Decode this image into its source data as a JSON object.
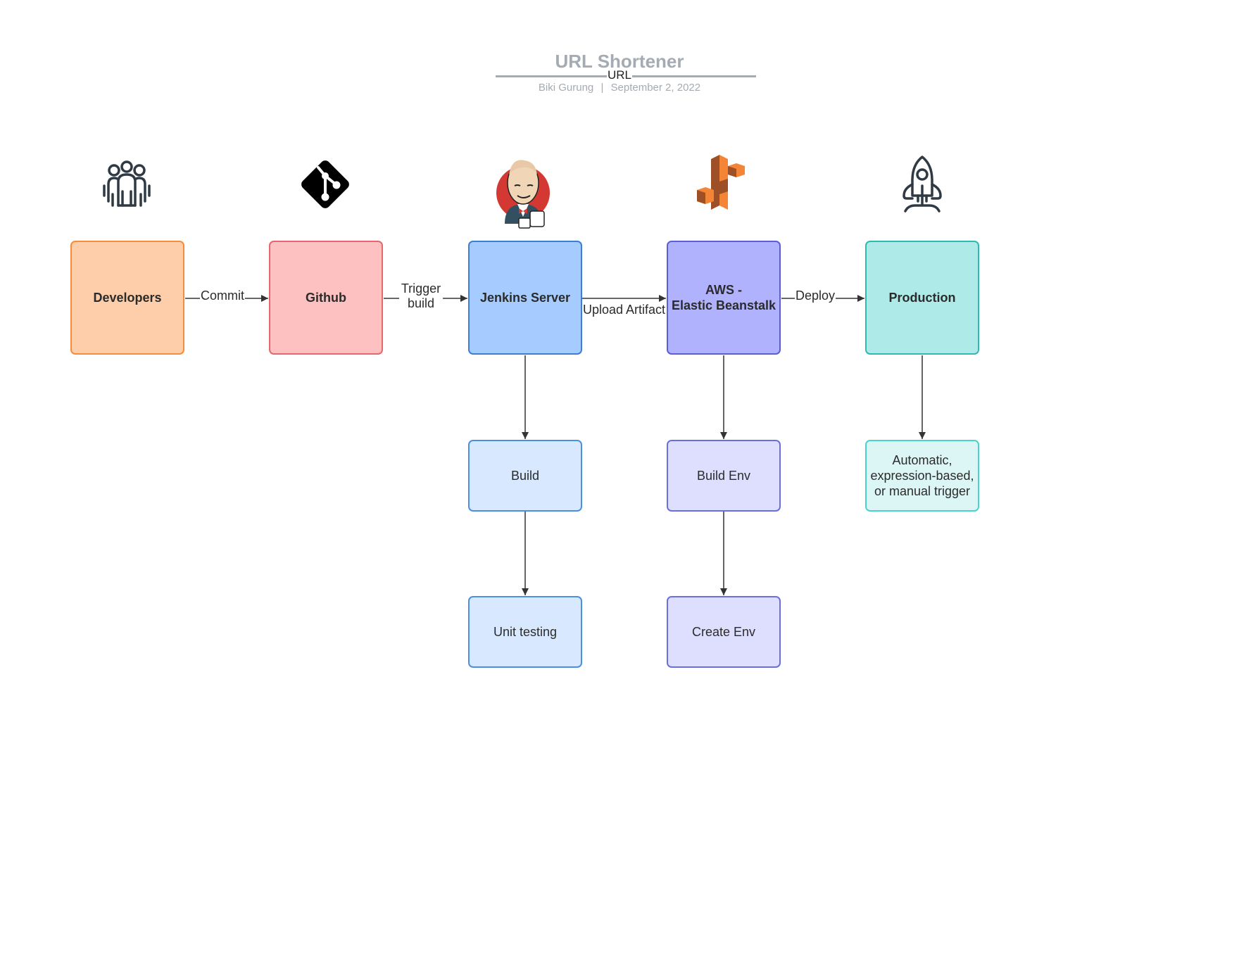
{
  "header": {
    "title": "URL Shortener",
    "title_underline_label": "URL",
    "author": "Biki Gurung",
    "separator": "|",
    "date": "September 2, 2022"
  },
  "nodes": {
    "developers": "Developers",
    "github": "Github",
    "jenkins": "Jenkins Server",
    "aws_line1": "AWS -",
    "aws_line2": "Elastic Beanstalk",
    "production": "Production",
    "build": "Build",
    "unit_testing": "Unit testing",
    "build_env": "Build Env",
    "create_env": "Create Env",
    "trigger_line1": "Automatic,",
    "trigger_line2": "expression-based,",
    "trigger_line3": "or manual trigger"
  },
  "edges": {
    "commit": "Commit",
    "trigger_build_line1": "Trigger",
    "trigger_build_line2": "build",
    "upload_artifact": "Upload Artifact",
    "deploy": "Deploy"
  },
  "icons": {
    "developers": "team-people-icon",
    "github": "git-logo-icon",
    "jenkins": "jenkins-butler-icon",
    "aws": "aws-elastic-beanstalk-icon",
    "production": "rocket-icon"
  },
  "colors": {
    "developers": {
      "fill": "#fecda9",
      "stroke": "#f78c3a"
    },
    "github": {
      "fill": "#fec1c2",
      "stroke": "#e7676c"
    },
    "jenkins": {
      "fill": "#a6cbff",
      "stroke": "#3b7fd4"
    },
    "aws": {
      "fill": "#b1b2fe",
      "stroke": "#5b5ed8"
    },
    "production": {
      "fill": "#aeeae7",
      "stroke": "#2fb9b3"
    },
    "jenkins_sub": {
      "fill": "#d7e8ff",
      "stroke": "#4a90e2"
    },
    "aws_sub": {
      "fill": "#dedeff",
      "stroke": "#6a6ee0"
    },
    "production_sub": {
      "fill": "#dcf6f5",
      "stroke": "#49d3cd"
    },
    "title": "#a4abb3",
    "connector": "#333333"
  }
}
